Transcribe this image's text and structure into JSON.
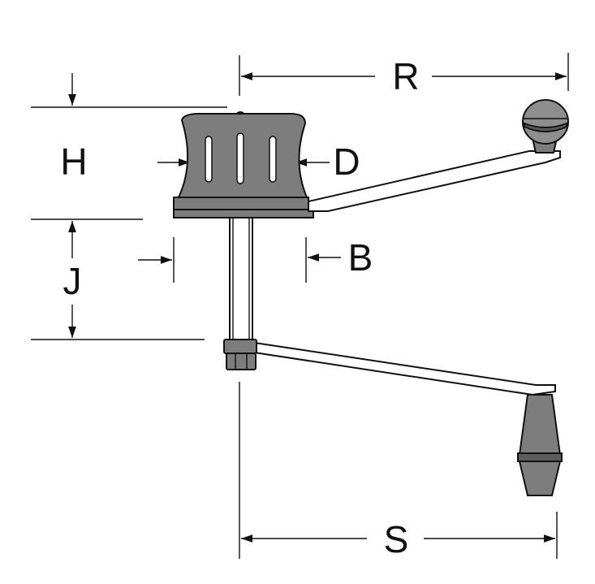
{
  "labels": {
    "R": "R",
    "H": "H",
    "D": "D",
    "J": "J",
    "B": "B",
    "S": "S"
  },
  "colors": {
    "body": "#7d7d7d",
    "body_dark": "#5c5c5c",
    "knob": "#8e8e8e",
    "line": "#111111",
    "background": "#ffffff"
  }
}
